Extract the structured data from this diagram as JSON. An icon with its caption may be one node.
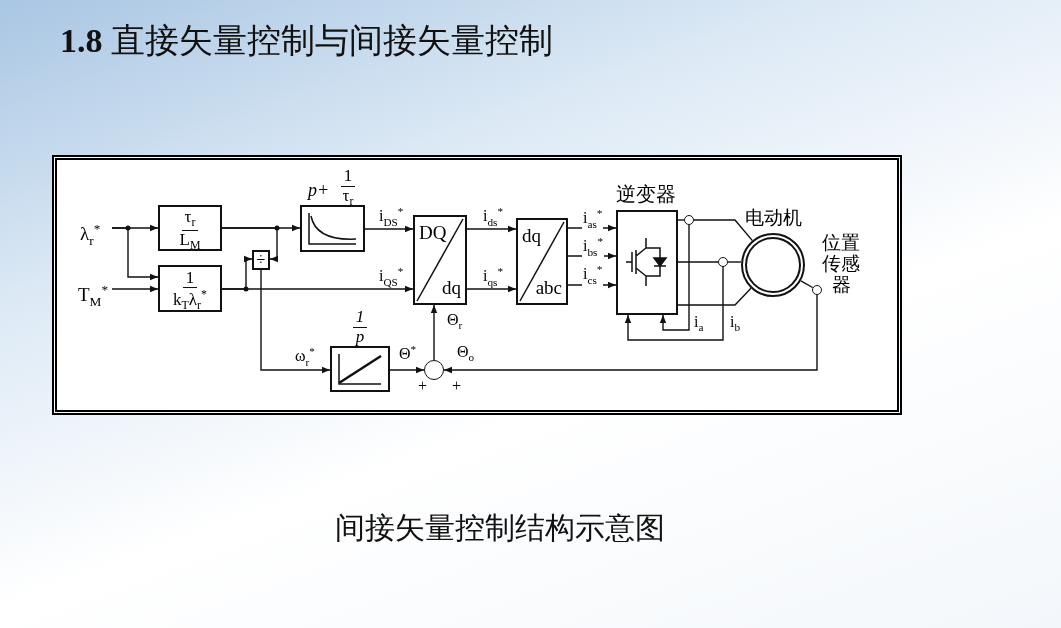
{
  "diagram": {
    "title": "**1.8** 直接矢量控制与间接矢量控制",
    "caption": "间接矢量控制结构示意图",
    "nodes": [
      {
        "text": [
          "λ$_{r}$$^{*}$"
        ]
      },
      {
        "text": [
          "T$_{M}$$^{*}$"
        ]
      },
      {
        "text": [
          "τ$_{r}$",
          "L$_{M}$"
        ]
      },
      {
        "text": [
          "1",
          "k$_{T}$λ$_{r}$$^{*}$"
        ]
      },
      {
        "text": [
          "÷"
        ]
      },
      {
        "text": [
          "p+",
          "1",
          "τ$_{r}$"
        ]
      },
      {
        "text": [
          "DQ",
          "dq"
        ]
      },
      {
        "text": [
          "dq",
          "abc"
        ]
      },
      {
        "text": [
          "逆变器"
        ]
      },
      {
        "text": [
          "电动机"
        ]
      },
      {
        "text": [
          "位置传感器"
        ]
      },
      {
        "text": [
          "1",
          "p"
        ]
      },
      {
        "text": [],
        "shape": "circle"
      },
      {
        "text": [],
        "shape": "circle"
      },
      {
        "text": [],
        "shape": "circle"
      }
    ],
    "edges": [
      {
        "from": 0,
        "to": 2,
        "arrow": "to"
      },
      {
        "from": 0,
        "to": 3,
        "arrow": "to"
      },
      {
        "from": 1,
        "to": 3,
        "arrow": "to"
      },
      {
        "from": 2,
        "to": 5,
        "arrow": "to"
      },
      {
        "from": 2,
        "to": 4,
        "arrow": "to"
      },
      {
        "from": 3,
        "to": 6,
        "arrow": "to",
        "label": "i$_{QS}$$^{*}$"
      },
      {
        "from": 3,
        "to": 4,
        "arrow": "to"
      },
      {
        "from": 5,
        "to": 6,
        "arrow": "to",
        "label": "i$_{DS}$$^{*}$"
      },
      {
        "from": 4,
        "to": 11,
        "arrow": "to",
        "label": "ω$_{r}$$^{*}$"
      },
      {
        "from": 11,
        "to": 12,
        "arrow": "to",
        "label": "Θ$^{*}$"
      },
      {
        "from": 10,
        "to": 12,
        "arrow": "to",
        "label": "Θ$_{o}$"
      },
      {
        "from": 12,
        "to": 6,
        "arrow": "to",
        "label": "Θ$_{r}$"
      },
      {
        "from": 6,
        "to": 7,
        "arrow": "to",
        "label": "i$_{ds}$$^{*}$"
      },
      {
        "from": 6,
        "to": 7,
        "arrow": "to",
        "label": "i$_{qs}$$^{*}$"
      },
      {
        "from": 7,
        "to": 8,
        "arrow": "to",
        "label": "i$_{as}$$^{*}$"
      },
      {
        "from": 7,
        "to": 8,
        "arrow": "to",
        "label": "i$_{bs}$$^{*}$"
      },
      {
        "from": 7,
        "to": 8,
        "arrow": "to",
        "label": "i$_{cs}$$^{*}$"
      },
      {
        "from": 8,
        "to": 13,
        "arrow": "none"
      },
      {
        "from": 13,
        "to": 9,
        "arrow": "none"
      },
      {
        "from": 8,
        "to": 14,
        "arrow": "none"
      },
      {
        "from": 14,
        "to": 9,
        "arrow": "none"
      },
      {
        "from": 8,
        "to": 9,
        "arrow": "none"
      },
      {
        "from": 13,
        "to": 8,
        "arrow": "to",
        "label": "i$_{a}$"
      },
      {
        "from": 14,
        "to": 8,
        "arrow": "to",
        "label": "i$_{b}$"
      },
      {
        "from": 9,
        "to": 10,
        "arrow": "none"
      }
    ],
    "labels": [
      "+",
      "+"
    ]
  }
}
